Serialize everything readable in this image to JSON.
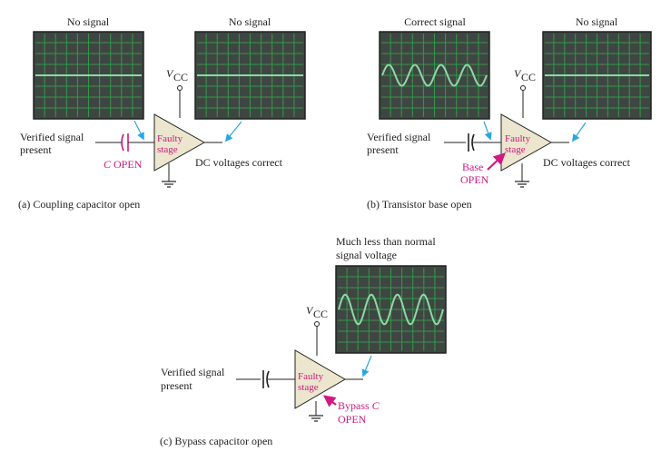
{
  "colors": {
    "scope_bg": "#3d4741",
    "grid": "#2aa84a",
    "grid_minor": "#c04a7a",
    "trace": "#8fd8a8",
    "amp_fill": "#ece6cf",
    "magenta": "#d0197f",
    "probe": "#2aa6e0",
    "wire": "#222222"
  },
  "panel_a": {
    "scope_left_label": "No signal",
    "scope_right_label": "No signal",
    "vcc_main": "V",
    "vcc_sub": "CC",
    "input_label_line1": "Verified signal",
    "input_label_line2": "present",
    "fault_label_italic": "C",
    "fault_label_rest": " OPEN",
    "stage_line1": "Faulty",
    "stage_line2": "stage",
    "output_label": "DC voltages correct",
    "caption": "(a) Coupling capacitor open"
  },
  "panel_b": {
    "scope_left_label": "Correct signal",
    "scope_right_label": "No signal",
    "vcc_main": "V",
    "vcc_sub": "CC",
    "input_label_line1": "Verified signal",
    "input_label_line2": "present",
    "fault_label_line1": "Base",
    "fault_label_line2": "OPEN",
    "stage_line1": "Faulty",
    "stage_line2": "stage",
    "output_label": "DC voltages correct",
    "caption": "(b) Transistor base open"
  },
  "panel_c": {
    "scope_label_line1": "Much less than normal",
    "scope_label_line2": "signal voltage",
    "vcc_main": "V",
    "vcc_sub": "CC",
    "input_label_line1": "Verified signal",
    "input_label_line2": "present",
    "fault_label_line1_a": "Bypass ",
    "fault_label_line1_b": "C",
    "fault_label_line2": "OPEN",
    "stage_line1": "Faulty",
    "stage_line2": "stage",
    "caption": "(c) Bypass capacitor open"
  }
}
